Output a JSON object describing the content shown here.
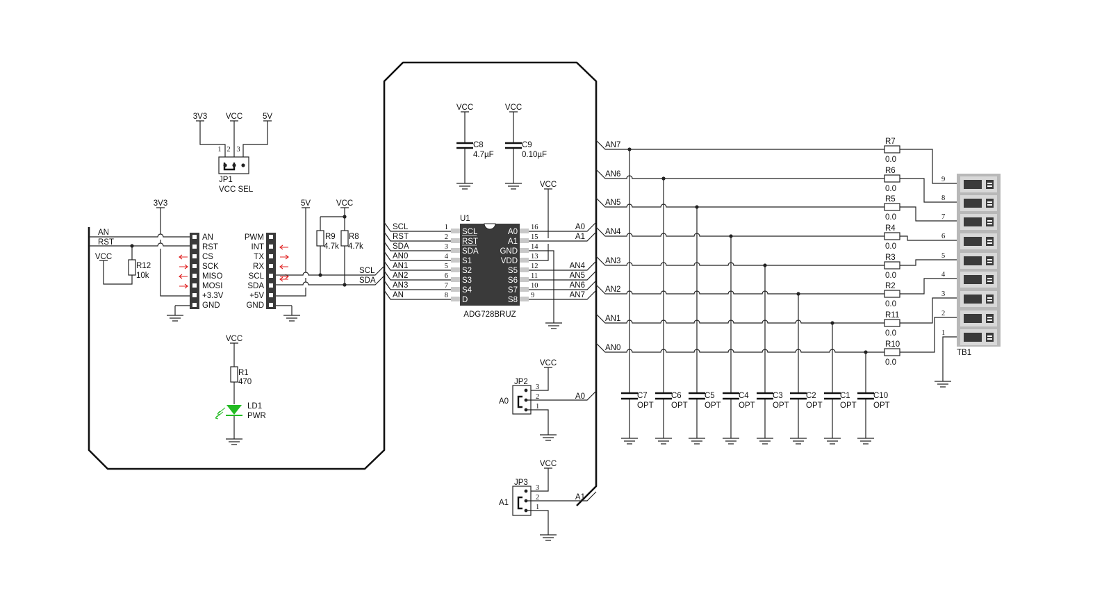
{
  "colors": {
    "wire": "#222222",
    "outline": "#111111",
    "chip": "#3a3a3a",
    "chip_pin": "#c8c8c8",
    "led": "#22bb22",
    "arrow": "#e02020",
    "terminal": "#b8b8b8"
  },
  "jp1": {
    "ref": "JP1",
    "desc": "VCC SEL",
    "opt1": "3V3",
    "opt2": "VCC",
    "opt3": "5V",
    "p1": "1",
    "p2": "2",
    "p3": "3"
  },
  "mikrobus": {
    "left_pins": [
      "AN",
      "RST",
      "CS",
      "SCK",
      "MISO",
      "MOSI",
      "+3.3V",
      "GND"
    ],
    "right_pins": [
      "PWM",
      "INT",
      "TX",
      "RX",
      "SCL",
      "SDA",
      "+5V",
      "GND"
    ],
    "net_an": "AN",
    "net_rst": "RST",
    "net_scl": "SCL",
    "net_sda": "SDA",
    "rail_3v3": "3V3",
    "rail_5v": "5V",
    "rail_vcc": "VCC",
    "rail_vcc2": "VCC"
  },
  "r12": {
    "ref": "R12",
    "value": "10k",
    "rail": "VCC"
  },
  "r9": {
    "ref": "R9",
    "value": "4.7k"
  },
  "r8": {
    "ref": "R8",
    "value": "4.7k"
  },
  "r1": {
    "ref": "R1",
    "value": "470",
    "rail": "VCC"
  },
  "ld1": {
    "ref": "LD1",
    "desc": "PWR"
  },
  "c8": {
    "ref": "C8",
    "value": "4.7µF",
    "rail": "VCC"
  },
  "c9": {
    "ref": "C9",
    "value": "0.10µF",
    "rail": "VCC"
  },
  "u1": {
    "ref": "U1",
    "part": "ADG728BRUZ",
    "vdd_rail": "VCC",
    "left_pins": [
      {
        "net": "SCL",
        "num": "1",
        "name": "SCL"
      },
      {
        "net": "RST",
        "num": "2",
        "name": "RST"
      },
      {
        "net": "SDA",
        "num": "3",
        "name": "SDA"
      },
      {
        "net": "AN0",
        "num": "4",
        "name": "S1"
      },
      {
        "net": "AN1",
        "num": "5",
        "name": "S2"
      },
      {
        "net": "AN2",
        "num": "6",
        "name": "S3"
      },
      {
        "net": "AN3",
        "num": "7",
        "name": "S4"
      },
      {
        "net": "AN",
        "num": "8",
        "name": "D"
      }
    ],
    "right_pins": [
      {
        "num": "16",
        "name": "A0",
        "net": "A0"
      },
      {
        "num": "15",
        "name": "A1",
        "net": "A1"
      },
      {
        "num": "14",
        "name": "GND",
        "net": ""
      },
      {
        "num": "13",
        "name": "VDD",
        "net": ""
      },
      {
        "num": "12",
        "name": "S5",
        "net": "AN4"
      },
      {
        "num": "11",
        "name": "S6",
        "net": "AN5"
      },
      {
        "num": "10",
        "name": "S7",
        "net": "AN6"
      },
      {
        "num": "9",
        "name": "S8",
        "net": "AN7"
      }
    ]
  },
  "jp2": {
    "ref": "JP2",
    "label": "A0",
    "net": "A0",
    "rail": "VCC",
    "p1": "1",
    "p2": "2",
    "p3": "3"
  },
  "jp3": {
    "ref": "JP3",
    "label": "A1",
    "net": "A1",
    "rail": "VCC",
    "p1": "1",
    "p2": "2",
    "p3": "3"
  },
  "channels": [
    {
      "net": "AN7",
      "res": "R7",
      "res_val": "0.0",
      "cap": "C7",
      "cap_val": "OPT",
      "tb_pin": "9"
    },
    {
      "net": "AN6",
      "res": "R6",
      "res_val": "0.0",
      "cap": "C6",
      "cap_val": "OPT",
      "tb_pin": "8"
    },
    {
      "net": "AN5",
      "res": "R5",
      "res_val": "0.0",
      "cap": "C5",
      "cap_val": "OPT",
      "tb_pin": "7"
    },
    {
      "net": "AN4",
      "res": "R4",
      "res_val": "0.0",
      "cap": "C4",
      "cap_val": "OPT",
      "tb_pin": "6"
    },
    {
      "net": "AN3",
      "res": "R3",
      "res_val": "0.0",
      "cap": "C3",
      "cap_val": "OPT",
      "tb_pin": "5"
    },
    {
      "net": "AN2",
      "res": "R2",
      "res_val": "0.0",
      "cap": "C2",
      "cap_val": "OPT",
      "tb_pin": "4"
    },
    {
      "net": "AN1",
      "res": "R11",
      "res_val": "0.0",
      "cap": "C1",
      "cap_val": "OPT",
      "tb_pin": "3"
    },
    {
      "net": "AN0",
      "res": "R10",
      "res_val": "0.0",
      "cap": "C10",
      "cap_val": "OPT",
      "tb_pin": "2"
    }
  ],
  "tb1": {
    "ref": "TB1",
    "gnd_pin": "1"
  }
}
